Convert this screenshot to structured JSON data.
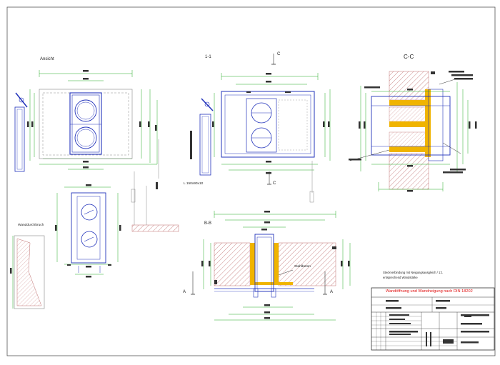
{
  "drawing": {
    "view_labels": {
      "front": "Ansicht",
      "section_1": "1-1",
      "section_cc": "C-C",
      "section_bb": "B-B",
      "wall_opening": "Wanddurchbruch"
    },
    "cut_markers": {
      "c_top": "C",
      "c_bottom": "C",
      "a_left": "A",
      "a_right": "A"
    },
    "annotations": {
      "angle_profile": "L 150x90x10",
      "reinforced_concrete": "Stahlbeton",
      "note_line1": "Steckverbindung mit Neigungsausgleich / 1:1",
      "note_line2": "entsprechend Wandstärke"
    },
    "title_block": {
      "title": "Wandöffnung und Wandneigung nach DIN 18202"
    }
  },
  "colors": {
    "frame": "#888888",
    "steel": "#2233bb",
    "dimension": "#22aa22",
    "concrete_hatch": "#c07070",
    "insulation": "#f0b400",
    "title_red": "#e01010",
    "text_block": "#333333"
  }
}
